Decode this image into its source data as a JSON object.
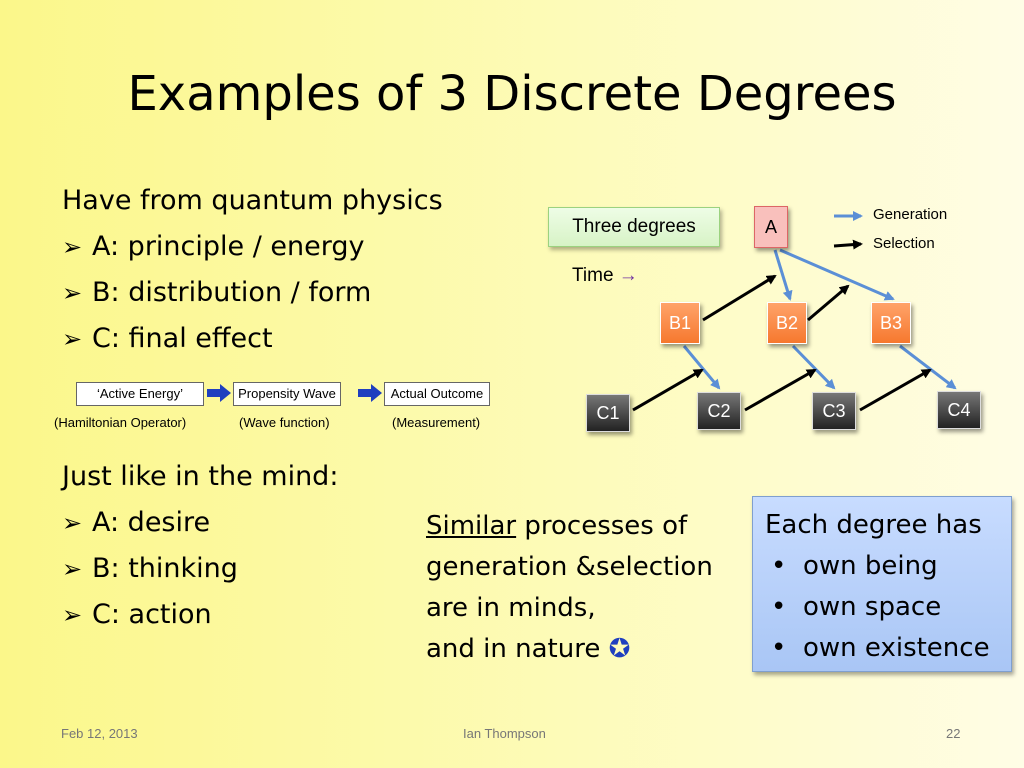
{
  "slide": {
    "title": "Examples of 3 Discrete Degrees"
  },
  "physics": {
    "heading": "Have from quantum physics",
    "items": [
      "A: principle / energy",
      "B: distribution / form",
      "C: final effect"
    ]
  },
  "flow": {
    "boxes": [
      "‘Active Energy’",
      "Propensity Wave",
      "Actual Outcome"
    ],
    "captions": [
      "(Hamiltonian Operator)",
      "(Wave function)",
      "(Measurement)"
    ]
  },
  "mind": {
    "heading": "Just like in the mind:",
    "items": [
      "A: desire",
      "B: thinking",
      "C: action"
    ]
  },
  "similar": {
    "underlined": "Similar",
    "line1_rest": " processes of",
    "line2": "generation &selection",
    "line3": "are in minds,",
    "line4": "and in nature ",
    "star": "✪"
  },
  "degree_box": {
    "heading": "Each degree has",
    "bullets": [
      "own being",
      "own space",
      "own existence"
    ],
    "bullet_char": "•"
  },
  "diagram": {
    "label": "Three degrees",
    "time_label": "Time ",
    "time_arrow": "→",
    "legend": [
      "Generation",
      "Selection"
    ],
    "nodes": {
      "A": "A",
      "B1": "B1",
      "B2": "B2",
      "B3": "B3",
      "C1": "C1",
      "C2": "C2",
      "C3": "C3",
      "C4": "C4"
    },
    "colors": {
      "generation": "#5b8fd6",
      "selection": "#000000",
      "b_node": "#f6782e",
      "time_arrow": "#7030a0"
    }
  },
  "footer": {
    "date": "Feb 12, 2013",
    "author": "Ian Thompson",
    "page": "22"
  },
  "icons": {
    "list_marker": "➢"
  }
}
